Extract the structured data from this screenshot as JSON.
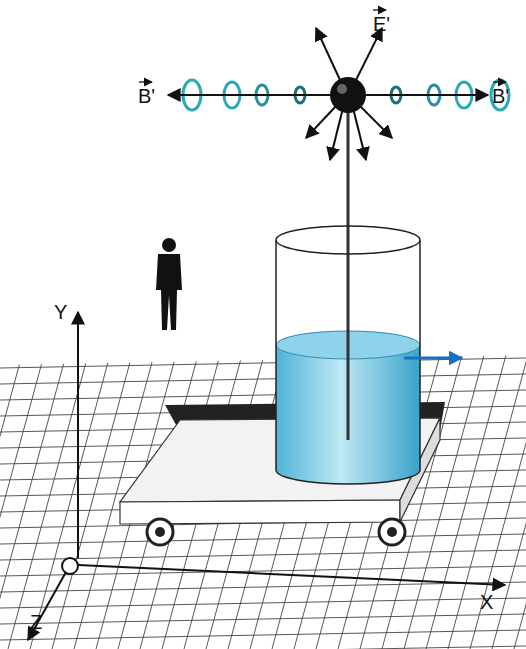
{
  "diagram": {
    "labels": [
      "E'",
      "B'",
      "B'",
      "Y",
      "X",
      "Z"
    ]
  }
}
